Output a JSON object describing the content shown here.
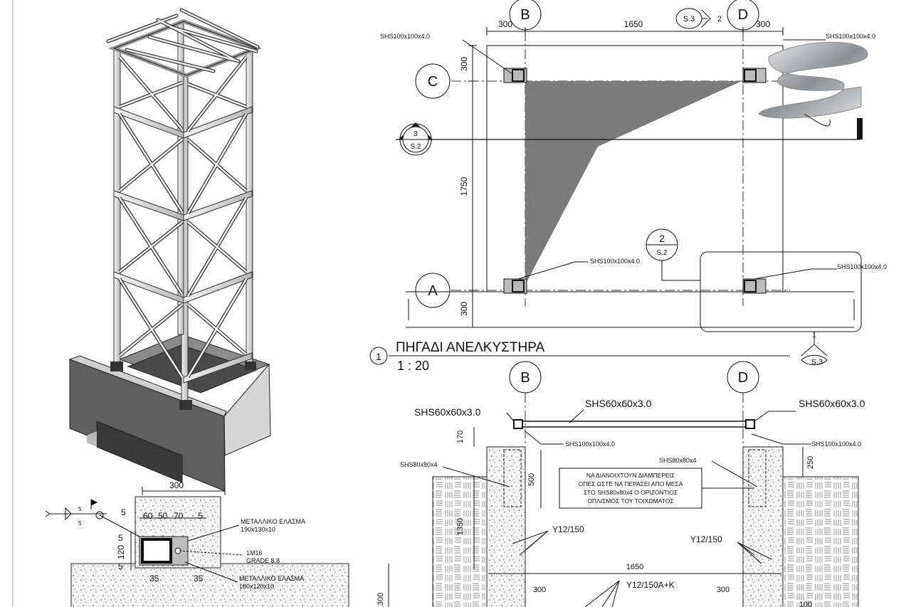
{
  "iso_view": {
    "dim_width": "300"
  },
  "plan": {
    "grid_B": "B",
    "grid_D": "D",
    "grid_C": "C",
    "grid_A": "A",
    "dim_left": "300",
    "dim_mid": "1650",
    "dim_right": "300",
    "dim_top_v": "300",
    "dim_mid_v": "1750",
    "dim_bot_v": "300",
    "col_label_tl": "SHS100x100x4.0",
    "col_label_tr": "SHS100x100x4.0",
    "col_label_bl": "SHS100x100x4.0",
    "col_label_br": "SHS100x100x4.0",
    "sec_ref_top_num": "S.3",
    "sec_ref_top_sub": "2",
    "sec3_num": "3",
    "sec3_sheet": "S.2",
    "sec2_num": "2",
    "sec2_sheet": "S.2",
    "sec1_num": "1",
    "sec1_sheet": "S.3",
    "title_num": "1",
    "title": "ΠΗΓΑΔΙ ΑΝΕΛΚΥΣΤΗΡΑ",
    "scale": "1 : 20"
  },
  "section": {
    "grid_B": "B",
    "grid_D": "D",
    "beam_mid": "SHS60x60x3.0",
    "beam_left": "SHS60x60x3.0",
    "beam_right": "SHS60x60x3.0",
    "col_left": "SHS100x100x4.0",
    "col_right": "SHS100x100x4.0",
    "wall_left": "SHS80x80x4",
    "wall_right": "SHS80x80x4",
    "note_l1": "ΝΑ ΔΙΑΝΟΙΧΤΟΥΝ ΔΙΑΜΠΕΡΕΙΣ",
    "note_l2": "ΟΠΕΣ ΩΣΤΕ ΝΑ ΠΕΡΑΣΕΙ ΑΠΟ ΜΕΣΑ",
    "note_l3": "ΣΤΟ SHS80x80x4 Ο ΟΡΙΖΟΝΤΙΟΣ",
    "note_l4": "ΟΠΛΙΣΜΟΣ ΤΟΥ ΤΟΙΧΩΜΑΤΟΣ",
    "dim_170": "170",
    "dim_500": "500",
    "dim_250": "250",
    "dim_1350": "1350",
    "dim_1650": "1650",
    "dim_300_l": "300",
    "dim_300_r": "300",
    "dim_300_v": "300",
    "rebar_left": "Y12/150",
    "rebar_right": "Y12/150",
    "rebar_mid": "Y12/150A+K",
    "dim_100": "100"
  },
  "detail": {
    "dim_5a": "5",
    "dim_60": "60",
    "dim_50": "50",
    "dim_70": "70",
    "dim_5b": "5",
    "dim_5c": "5",
    "dim_120": "120",
    "dim_5d": "5",
    "dim_35a": "35",
    "dim_35b": "35",
    "plate1_l1": "ΜΕΤΑΛΛΙΚΟ ΕΛΑΣΜΑ",
    "plate1_l2": "190x130x10",
    "bolt_l1": "1M16",
    "bolt_l2": "GRADE 8.8",
    "plate2_l1": "ΜΕΤΑΛΛΙΚΟ ΕΛΑΣΜΑ",
    "plate2_l2": "180x120x10",
    "weld_a": "5",
    "weld_b": "5"
  }
}
